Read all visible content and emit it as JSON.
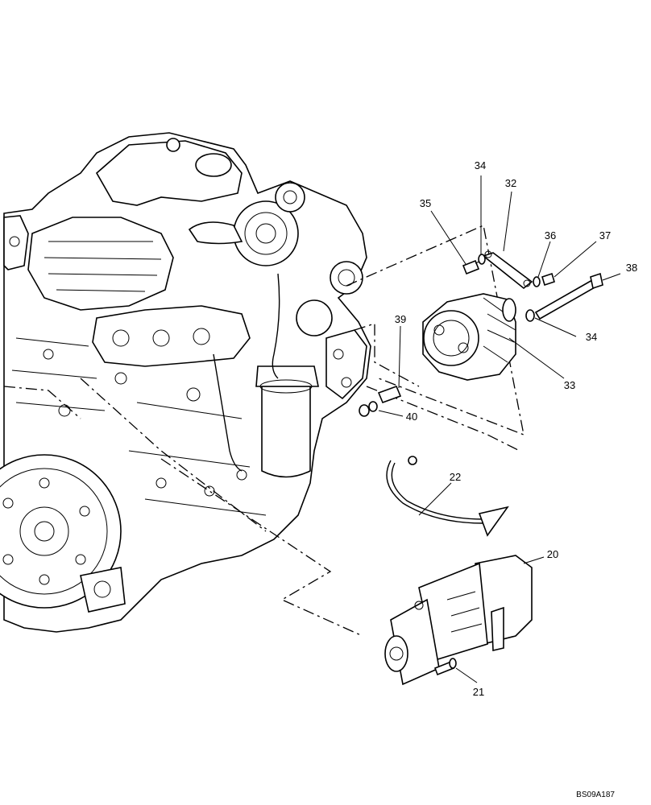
{
  "callouts": {
    "c20": "20",
    "c21": "21",
    "c22": "22",
    "c32": "32",
    "c33": "33",
    "c34a": "34",
    "c34b": "34",
    "c35": "35",
    "c36": "36",
    "c37": "37",
    "c38": "38",
    "c39": "39",
    "c40": "40"
  },
  "drawing_code": "BS09A187"
}
